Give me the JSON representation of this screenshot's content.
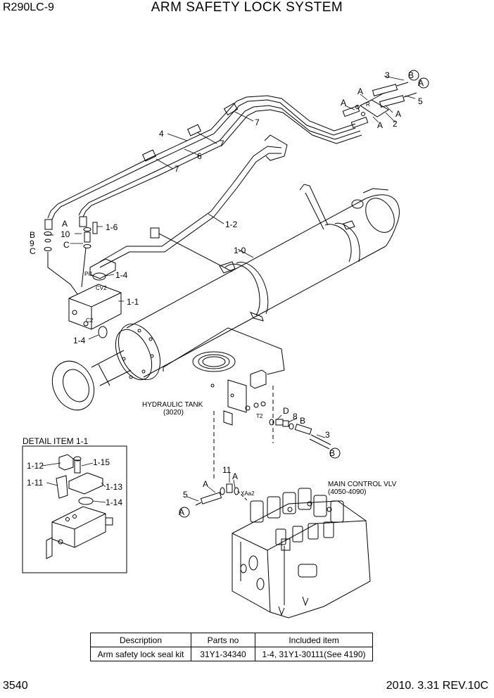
{
  "header": {
    "model": "R290LC-9",
    "title": "ARM SAFETY LOCK SYSTEM"
  },
  "footer": {
    "page": "3540",
    "revision": "2010. 3.31  REV.10C"
  },
  "callouts": {
    "c1_0": "1-0",
    "c1_1": "1-1",
    "c1_2": "1-2",
    "c1_4a": "1-4",
    "c1_4b": "1-4",
    "c1_6": "1-6",
    "c2": "2",
    "c3a": "3",
    "c3b": "3",
    "c4": "4",
    "c5a": "5",
    "c5b": "5",
    "c6": "6",
    "c7a": "7",
    "c7b": "7",
    "c7c": "7",
    "c8": "8",
    "c9": "9",
    "c10": "10",
    "c11": "11",
    "c1_11": "1-11",
    "c1_12": "1-12",
    "c1_13": "1-13",
    "c1_14": "1-14",
    "c1_15": "1-15"
  },
  "connectors": {
    "a1": "A",
    "a2": "A",
    "a3": "A",
    "a4": "A",
    "a5": "A",
    "a6": "A",
    "a7": "A",
    "a8": "A",
    "b1": "B",
    "b2": "B",
    "b3": "B",
    "b4": "B",
    "c1": "C",
    "c2": "C",
    "d1": "D"
  },
  "port_marks": {
    "pi1": "Pi1",
    "cv2": "CV2",
    "c2": "C2",
    "t2": "T2",
    "xaa2": "XAa2",
    "r": "R"
  },
  "captions": {
    "tank": "HYDRAULIC TANK",
    "tank_ref": "(3020)",
    "mcv": "MAIN CONTROL VLV",
    "mcv_ref": "(4050-4090)",
    "detail": "DETAIL ITEM 1-1"
  },
  "table": {
    "headers": [
      "Description",
      "Parts no",
      "Included item"
    ],
    "rows": [
      [
        "Arm safety lock seal kit",
        "31Y1-34340",
        "1-4, 31Y1-30111(See 4190)"
      ]
    ]
  }
}
